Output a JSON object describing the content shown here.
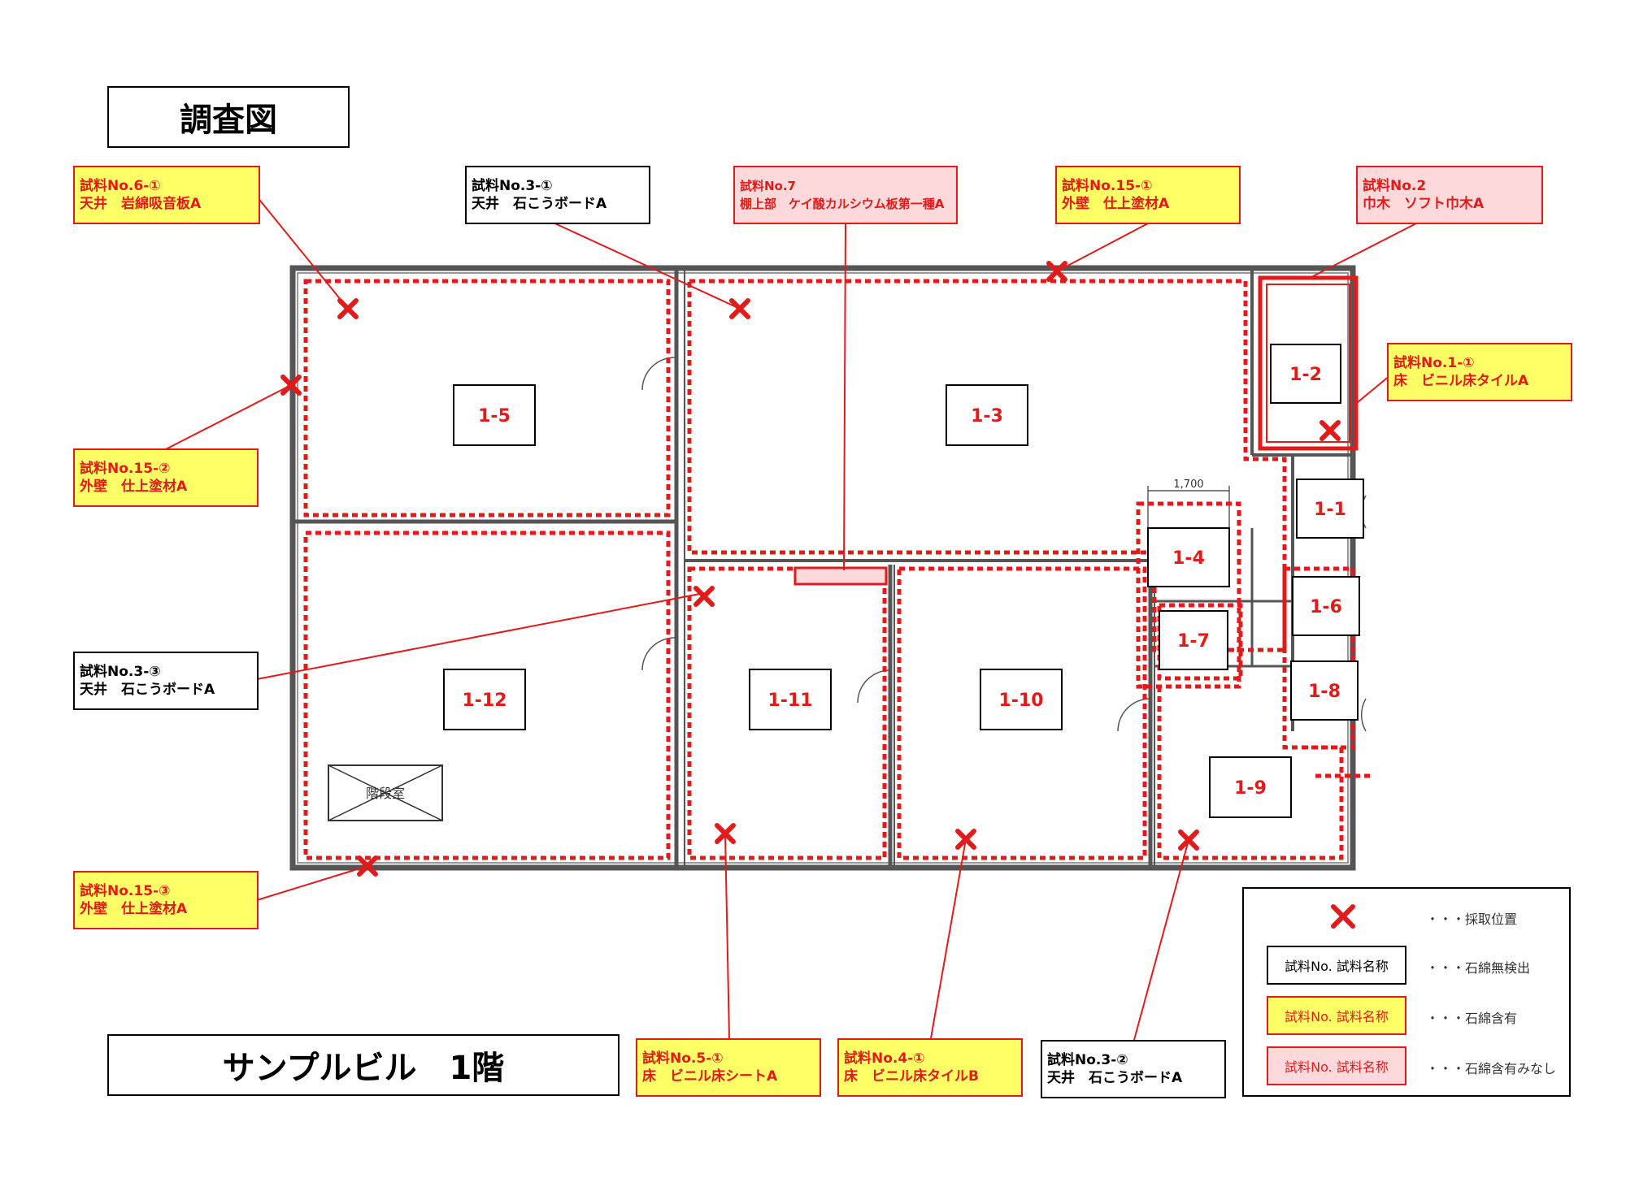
{
  "page_title": "調査図",
  "building_label": "サンプルビル　1階",
  "dimension_label": "1,700",
  "stair_label": "階段室",
  "rooms": [
    "1-1",
    "1-2",
    "1-3",
    "1-4",
    "1-5",
    "1-6",
    "1-7",
    "1-8",
    "1-9",
    "1-10",
    "1-11",
    "1-12"
  ],
  "samples": [
    {
      "no": "試料No.6-①",
      "name": "天井　岩綿吸音板A",
      "status": "yellow"
    },
    {
      "no": "試料No.3-①",
      "name": "天井　石こうボードA",
      "status": "plain"
    },
    {
      "no": "試料No.7",
      "name": "棚上部　ケイ酸カルシウム板第一種A",
      "status": "pink"
    },
    {
      "no": "試料No.15-①",
      "name": "外壁　仕上塗材A",
      "status": "yellow"
    },
    {
      "no": "試料No.2",
      "name": "巾木　ソフト巾木A",
      "status": "pink"
    },
    {
      "no": "試料No.1-①",
      "name": "床　ビニル床タイルA",
      "status": "yellow"
    },
    {
      "no": "試料No.15-②",
      "name": "外壁　仕上塗材A",
      "status": "yellow"
    },
    {
      "no": "試料No.3-③",
      "name": "天井　石こうボードA",
      "status": "plain"
    },
    {
      "no": "試料No.15-③",
      "name": "外壁　仕上塗材A",
      "status": "yellow"
    },
    {
      "no": "試料No.5-①",
      "name": "床　ビニル床シートA",
      "status": "yellow"
    },
    {
      "no": "試料No.4-①",
      "name": "床　ビニル床タイルB",
      "status": "yellow"
    },
    {
      "no": "試料No.3-②",
      "name": "天井　石こうボードA",
      "status": "plain"
    }
  ],
  "legend": {
    "sample_label": "試料No. 試料名称",
    "items": [
      {
        "desc": "・・・採取位置"
      },
      {
        "desc": "・・・石綿無検出"
      },
      {
        "desc": "・・・石綿含有"
      },
      {
        "desc": "・・・石綿含有みなし"
      }
    ]
  },
  "colors": {
    "asbestos": "#e21a1a",
    "highlight": "#ffff66",
    "presumed": "#fdd9db",
    "wall": "#555555"
  },
  "icons": {
    "marker": "x-mark-icon"
  }
}
